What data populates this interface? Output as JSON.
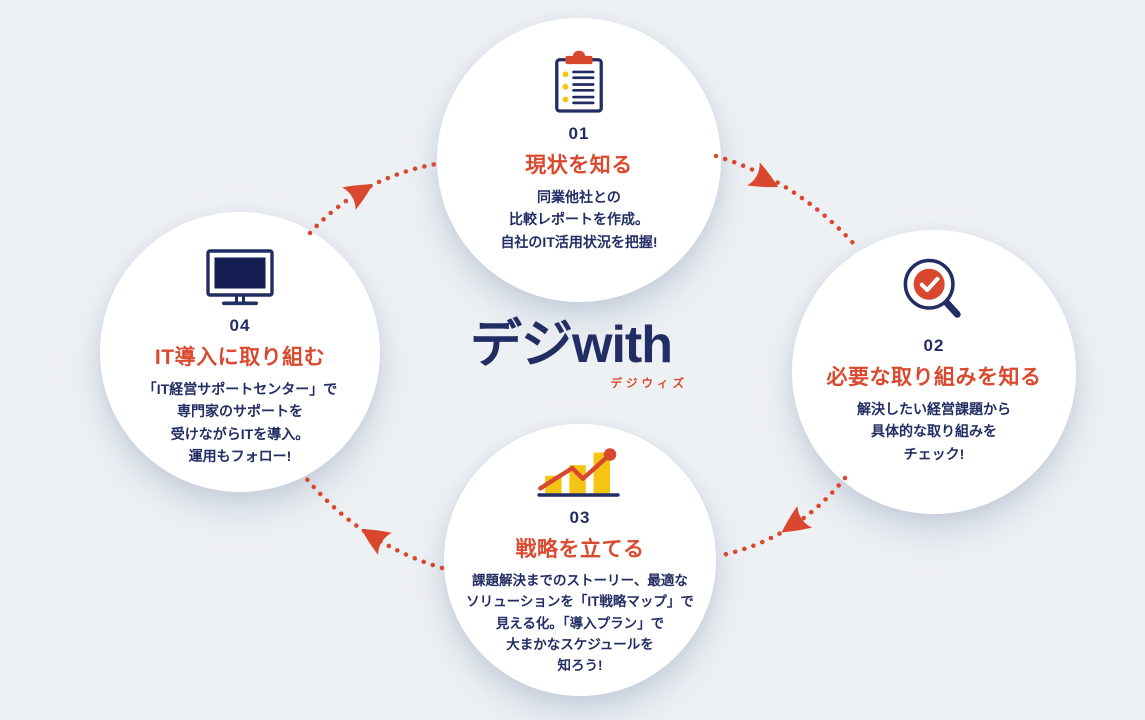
{
  "diagram": {
    "logo": {
      "text": "デジwith",
      "reading": "デジウィズ"
    },
    "steps": [
      {
        "number": "01",
        "title": "現状を知る",
        "icon": "clipboard-checklist-icon",
        "description": [
          "同業他社との",
          "比較レポートを作成。",
          "自社のIT活用状況を把握!"
        ]
      },
      {
        "number": "02",
        "title": "必要な取り組みを知る",
        "icon": "magnifier-check-icon",
        "description": [
          "解決したい経営課題から",
          "具体的な取り組みを",
          "チェック!"
        ]
      },
      {
        "number": "03",
        "title": "戦略を立てる",
        "icon": "growth-bar-chart-icon",
        "description": [
          "課題解決までのストーリー、最適な",
          "ソリューションを「IT戦略マップ」で",
          "見える化。「導入プラン」で",
          "大まかなスケジュールを",
          "知ろう!"
        ]
      },
      {
        "number": "04",
        "title": "IT導入に取り組む",
        "icon": "desktop-monitor-icon",
        "description": [
          "「IT経営サポートセンター」で",
          "専門家のサポートを",
          "受けながらITを導入。",
          "運用もフォロー!"
        ]
      }
    ],
    "flow": {
      "direction": "clockwise",
      "order": [
        "01",
        "02",
        "03",
        "04"
      ]
    },
    "colors": {
      "background": "#eef1f4",
      "circle_fill": "#ffffff",
      "navy": "#222d63",
      "screen_navy": "#151d52",
      "accent_red": "#d9472e",
      "accent_yellow": "#f6c513"
    }
  }
}
